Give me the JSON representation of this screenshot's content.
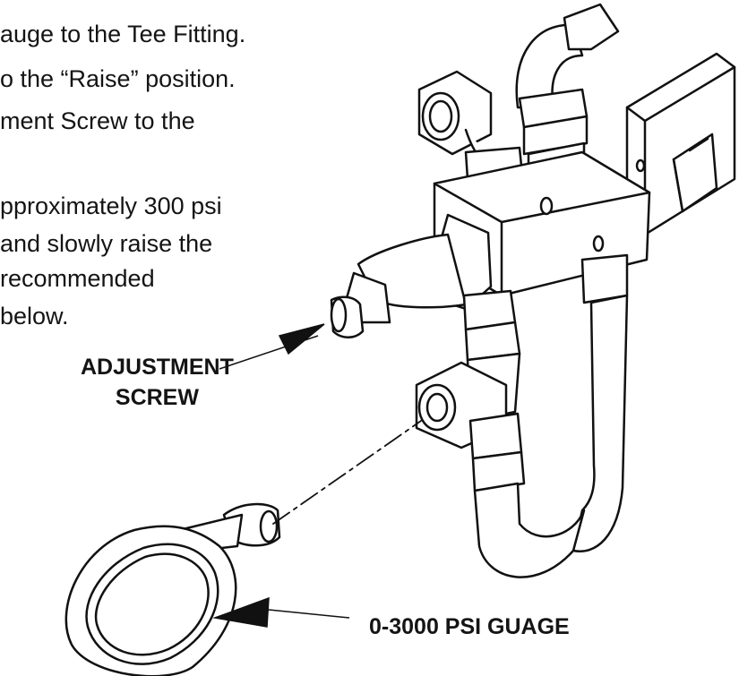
{
  "instructions": {
    "lines": [
      "auge to the Tee Fitting.",
      "o the “Raise” position.",
      "ment Screw to the",
      "pproximately 300 psi",
      "and slowly raise the",
      "recommended",
      "below."
    ]
  },
  "callouts": {
    "adjustment_screw": [
      "ADJUSTMENT",
      "SCREW"
    ],
    "gauge": "0-3000 PSI GUAGE"
  },
  "colors": {
    "ink": "#111111",
    "paper": "#ffffff"
  }
}
